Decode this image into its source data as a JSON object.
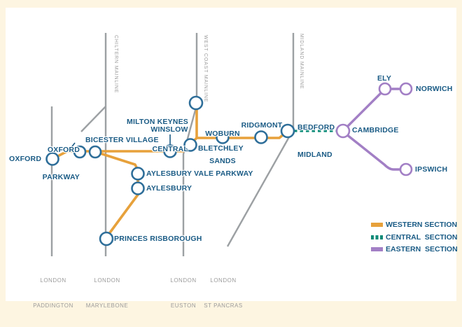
{
  "colors": {
    "western": "#E7A13B",
    "central": "#0A8A77",
    "eastern": "#A27FC5",
    "station_text": "#1A5B85",
    "station_ring": "#2E6E99",
    "mainline_gray": "#9CA0A3",
    "terminal_text": "#9B9B9B",
    "background_border": "#FDF5E1"
  },
  "stations": {
    "oxford": {
      "label": "OXFORD"
    },
    "oxford_parkway": {
      "line1": "OXFORD",
      "line2": "PARKWAY"
    },
    "bicester_village": {
      "label": "BICESTER VILLAGE"
    },
    "winslow": {
      "label": "WINSLOW"
    },
    "milton_keynes_central": {
      "line1": "MILTON KEYNES",
      "line2": "CENTRAL"
    },
    "bletchley": {
      "label": "BLETCHLEY"
    },
    "woburn_sands": {
      "line1": "WOBURN",
      "line2": "SANDS"
    },
    "ridgmont": {
      "label": "RIDGMONT"
    },
    "bedford_midland": {
      "line1": "BEDFORD",
      "line2": "MIDLAND"
    },
    "cambridge": {
      "label": "CAMBRIDGE"
    },
    "ely": {
      "label": "ELY"
    },
    "norwich": {
      "label": "NORWICH"
    },
    "ipswich": {
      "label": "IPSWICH"
    },
    "aylesbury_vale_parkway": {
      "label": "AYLESBURY VALE PARKWAY"
    },
    "aylesbury": {
      "label": "AYLESBURY"
    },
    "princes_risborough": {
      "label": "PRINCES RISBOROUGH"
    }
  },
  "mainlines": {
    "chiltern": "CHILTERN MAINLINE",
    "west_coast": "WEST COAST MAINLINE",
    "midland": "MIDLAND MAINLINE"
  },
  "terminals": {
    "paddington": {
      "line1": "LONDON",
      "line2": "PADDINGTON"
    },
    "marylebone": {
      "line1": "LONDON",
      "line2": "MARYLEBONE"
    },
    "euston": {
      "line1": "LONDON",
      "line2": "EUSTON"
    },
    "st_pancras": {
      "line1": "LONDON",
      "line2": "ST PANCRAS"
    }
  },
  "legend": {
    "western": "WESTERN SECTION",
    "central": "CENTRAL  SECTION",
    "eastern": "EASTERN  SECTION"
  }
}
